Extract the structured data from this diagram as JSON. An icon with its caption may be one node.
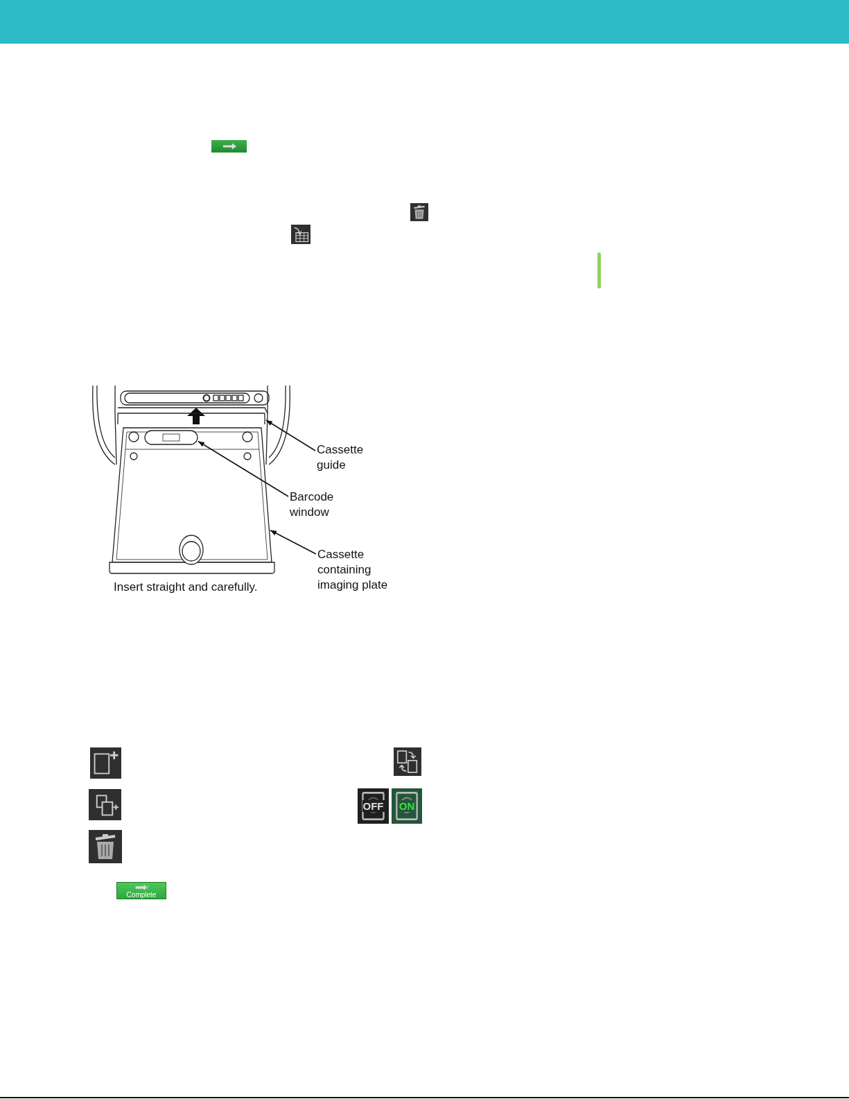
{
  "diagram": {
    "nodes": [
      {
        "text": [
          "Cassette guide"
        ]
      },
      {
        "text": [],
        "shape": "box"
      },
      {
        "text": [],
        "shape": "box"
      },
      {
        "text": [],
        "shape": "box",
        "in": 2
      },
      {
        "text": [
          "Barcode window"
        ]
      },
      {
        "text": [
          "Cassette containing imaging plate"
        ]
      }
    ],
    "edges": [
      {
        "from": 0,
        "to": 1,
        "arrow": "to"
      },
      {
        "from": 4,
        "to": 3,
        "arrow": "to"
      },
      {
        "from": 5,
        "to": 2,
        "arrow": "to"
      }
    ],
    "labels": [
      "Insert straight and carefully.",
      "OFF",
      "ON",
      "Complete"
    ]
  }
}
